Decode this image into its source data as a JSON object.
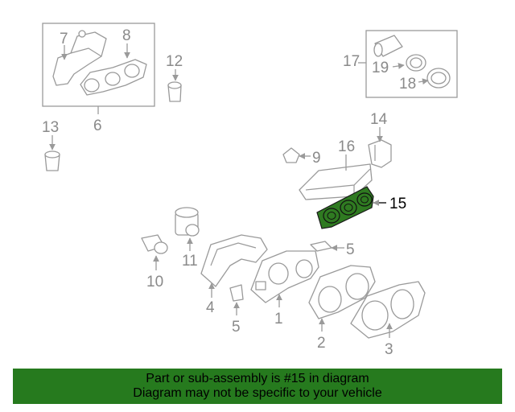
{
  "diagram": {
    "highlight_color": "#2f7a21",
    "callouts": {
      "c1": "1",
      "c2": "2",
      "c3": "3",
      "c4": "4",
      "c5a": "5",
      "c5b": "5",
      "c6": "6",
      "c7": "7",
      "c8": "8",
      "c9": "9",
      "c10": "10",
      "c11": "11",
      "c12": "12",
      "c13": "13",
      "c14": "14",
      "c15": "15",
      "c16": "16",
      "c17": "17",
      "c18": "18",
      "c19": "19"
    }
  },
  "banner": {
    "background": "#267a1e",
    "line1": "Part or sub-assembly is #15 in diagram",
    "line2": "Diagram may not be specific to your vehicle"
  }
}
